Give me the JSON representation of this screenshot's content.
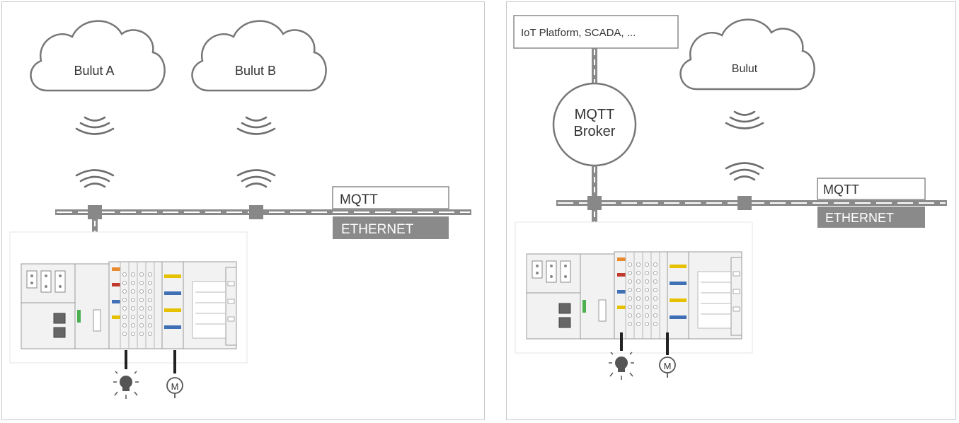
{
  "left": {
    "clouds": [
      {
        "label": "Bulut A"
      },
      {
        "label": "Bulut B"
      }
    ],
    "mqtt_label": "MQTT",
    "ethernet_label": "ETHERNET",
    "motor_symbol": "M"
  },
  "right": {
    "platform_label": "IoT Platform, SCADA, ...",
    "broker_line1": "MQTT",
    "broker_line2": "Broker",
    "cloud_label": "Bulut",
    "mqtt_label": "MQTT",
    "ethernet_label": "ETHERNET",
    "motor_symbol": "M"
  },
  "icons": [
    "cloud-icon",
    "wireless-signal-icon",
    "network-switch-icon",
    "controller-device-icon",
    "lamp-icon",
    "motor-icon"
  ],
  "colors": {
    "bus": "#8a8a8a",
    "ethernet_box": "#8a8a8a",
    "outline": "#777777",
    "module_orange": "#e88a2e",
    "module_red": "#c0392b",
    "module_blue": "#3f6fb5",
    "module_yellow": "#e5c100",
    "module_green": "#4caf50"
  }
}
